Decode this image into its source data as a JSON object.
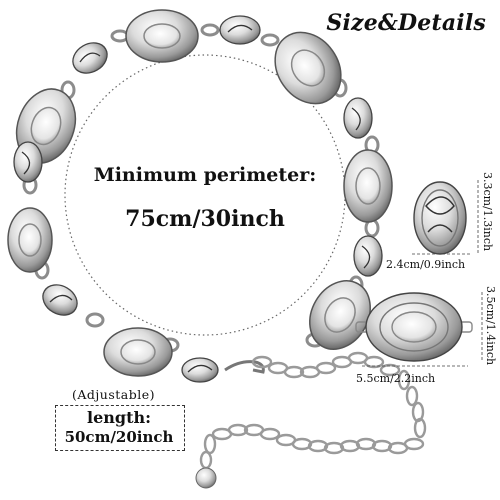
{
  "header": {
    "title": "Size&Details"
  },
  "perimeter": {
    "label": "Minimum perimeter:",
    "value": "75cm/30inch"
  },
  "extension": {
    "note": "(Adjustable)",
    "label": "length:",
    "value": "50cm/20inch"
  },
  "small_link": {
    "height": "3.3cm/1.3inch",
    "width": "2.4cm/0.9inch"
  },
  "large_concho": {
    "height": "3.5cm/1.4inch",
    "width": "5.5cm/2.2inch"
  },
  "colors": {
    "silver_light": "#e9e9e9",
    "silver_mid": "#b8b8b8",
    "silver_dark": "#5a5a5a",
    "dotted_line": "#666666"
  }
}
